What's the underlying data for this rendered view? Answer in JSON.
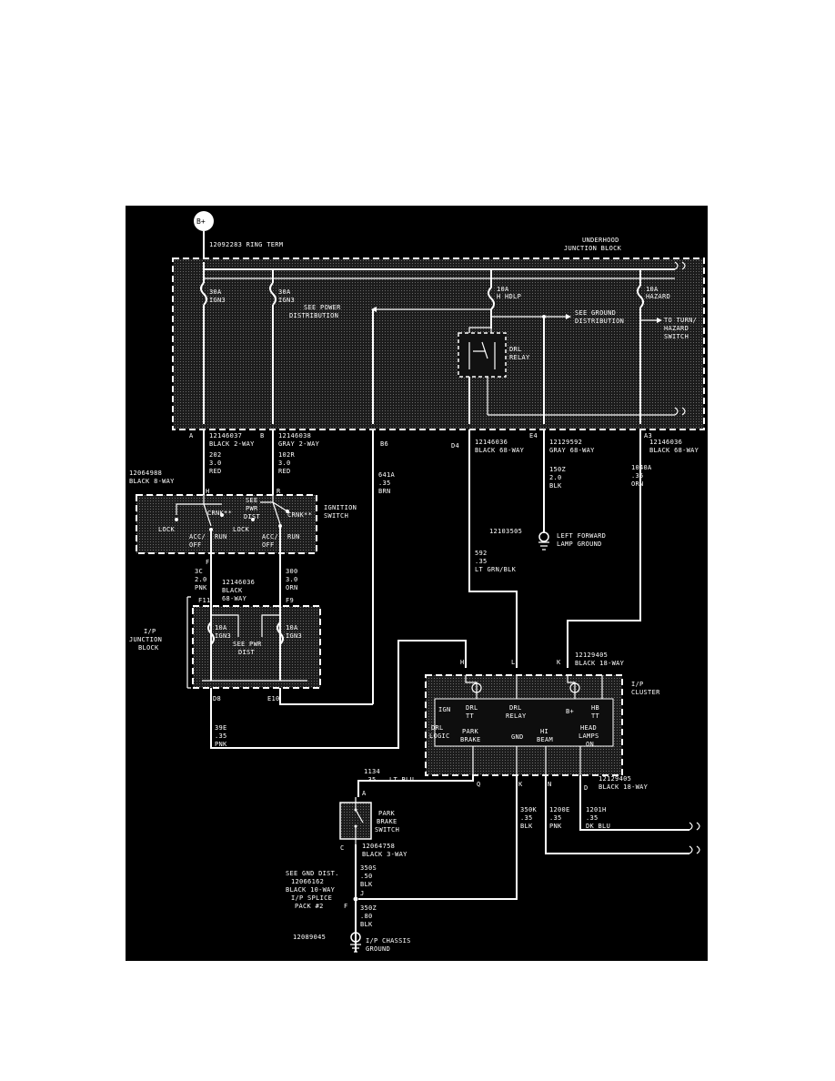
{
  "colors": {
    "background": "#000000",
    "ink": "#ffffff",
    "page": "#ffffff"
  },
  "battery": {
    "label": "B+"
  },
  "underhood": {
    "title1": "UNDERHOOD",
    "title2": "JUNCTION BLOCK",
    "ring_term": "12092283 RING TERM",
    "fuse1": {
      "amp": "30A",
      "name": "IGN3"
    },
    "fuse2": {
      "amp": "30A",
      "name": "IGN3"
    },
    "fuse3": {
      "amp": "10A",
      "name": "H HDLP"
    },
    "fuse4": {
      "amp": "10A",
      "name": "HAZARD"
    },
    "see_power1": "SEE POWER",
    "see_power2": "DISTRIBUTION",
    "see_ground1": "SEE GROUND",
    "see_ground2": "DISTRIBUTION",
    "turn1": "TO TURN/",
    "turn2": "HAZARD",
    "turn3": "SWITCH",
    "relay1": "DRL",
    "relay2": "RELAY"
  },
  "pins_top": {
    "a": "A",
    "b": "B",
    "b6": "B6",
    "d4": "D4",
    "e4": "E4",
    "a3": "A3",
    "c1a": "12146037",
    "c1b": "BLACK 2-WAY",
    "c2a": "12146038",
    "c2b": "GRAY 2-WAY",
    "c3a": "12146036",
    "c3b": "BLACK 68-WAY",
    "c4a": "12129592",
    "c4b": "GRAY 68-WAY",
    "c5a": "12146036",
    "c5b": "BLACK 68-WAY"
  },
  "wires": {
    "w202": [
      "202",
      "3.0",
      "RED"
    ],
    "w102": [
      "102R",
      "3.0",
      "RED"
    ],
    "w641": [
      "641A",
      ".35",
      "BRN"
    ],
    "w150": [
      "150Z",
      "2.0",
      "BLK"
    ],
    "w1040": [
      "1040A",
      ".35",
      "ORN"
    ],
    "w592": [
      "592",
      ".35",
      "LT GRN/BLK"
    ],
    "w3c": [
      "3C",
      "2.0",
      "PNK"
    ],
    "w300": [
      "300",
      "3.0",
      "ORN"
    ],
    "w39e": [
      "39E",
      ".35",
      "PNK"
    ],
    "w1134": [
      "1134",
      ".35",
      "LT BLU"
    ],
    "w350k": [
      "350K",
      ".35",
      "BLK"
    ],
    "w1200": [
      "1200E",
      ".35",
      "PNK"
    ],
    "w1201": [
      "1201H",
      ".35",
      "DK BLU"
    ],
    "w350s": [
      "350S",
      ".50",
      "BLK"
    ],
    "w350z": [
      "350Z",
      ".80",
      "BLK"
    ]
  },
  "ground1": {
    "part": "12103505",
    "label1": "LEFT FORWARD",
    "label2": "LAMP GROUND"
  },
  "ignition": {
    "conn1": "12064988",
    "conn2": "BLACK 8-WAY",
    "title1": "IGNITION",
    "title2": "SWITCH",
    "pin_h": "H",
    "pin_r": "R",
    "pin_f": "F",
    "lock1": "LOCK",
    "lock2": "LOCK",
    "crnk1": "CRNK**",
    "crnk2": "CRNK**",
    "acc1": "ACC/",
    "off1": "OFF",
    "acc2": "ACC/",
    "off2": "OFF",
    "run1": "RUN",
    "run2": "RUN",
    "see1": "SEE",
    "see2": "PWR",
    "see3": "DIST"
  },
  "ip_jb": {
    "conn1": "12146036",
    "conn2": "BLACK",
    "conn3": "68-WAY",
    "title1": "I/P",
    "title2": "JUNCTION",
    "title3": "BLOCK",
    "pin_f11": "F11",
    "pin_f9": "F9",
    "pin_d8": "D8",
    "pin_e10": "E10",
    "fuse1": {
      "amp": "10A",
      "name": "IGN3"
    },
    "fuse2": {
      "amp": "10A",
      "name": "IGN3"
    },
    "see1": "SEE PWR",
    "see2": "DIST"
  },
  "cluster": {
    "conn1": "12129405",
    "conn2": "BLACK 18-WAY",
    "conn3": "12129405",
    "conn4": "BLACK 18-WAY",
    "title1": "I/P",
    "title2": "CLUSTER",
    "pin_h": "H",
    "pin_l": "L",
    "pin_k": "K",
    "pin_q": "Q",
    "pin_k2": "K",
    "pin_n": "N",
    "pin_d": "D",
    "ign": "IGN",
    "drl_tt1": "DRL",
    "drl_tt2": "TT",
    "drl_relay1": "DRL",
    "drl_relay2": "RELAY",
    "bplus": "B+",
    "hb1": "HB",
    "hb2": "TT",
    "drl_logic1": "DRL",
    "drl_logic2": "LOGIC",
    "park1": "PARK",
    "park2": "BRAKE",
    "gnd": "GND",
    "hi1": "HI",
    "hi2": "BEAM",
    "head1": "HEAD",
    "head2": "LAMPS",
    "head3": "ON"
  },
  "park_brake": {
    "title1": "PARK",
    "title2": "BRAKE",
    "title3": "SWITCH",
    "pin_a": "A",
    "pin_c": "C",
    "conn1": "12064758",
    "conn2": "BLACK 3-WAY"
  },
  "splice": {
    "l1": "SEE GND DIST.",
    "l2": "12066162",
    "l3": "BLACK 10-WAY",
    "l4": "I/P SPLICE",
    "l5": "PACK #2",
    "pin_f": "F",
    "pin_j": "J"
  },
  "ground2": {
    "part": "12089045",
    "label1": "I/P CHASSIS",
    "label2": "GROUND"
  }
}
